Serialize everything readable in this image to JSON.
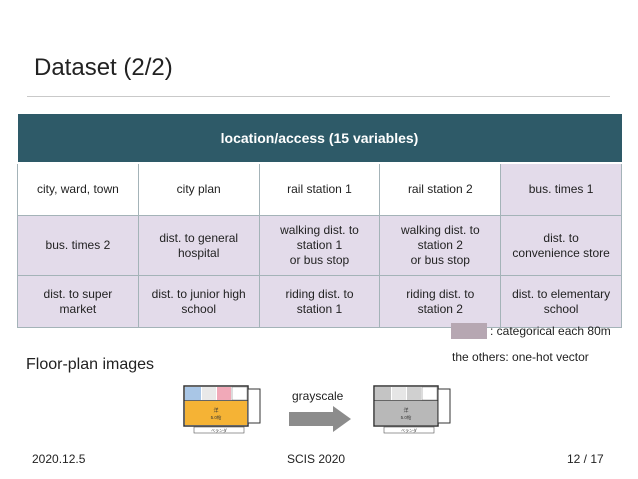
{
  "slide": {
    "title": "Dataset (2/2)",
    "footer_date": "2020.12.5",
    "footer_venue": "SCIS 2020",
    "footer_page": "12 / 17"
  },
  "table": {
    "header": "location/access (15 variables)",
    "rows": [
      [
        {
          "text": "city, ward, town",
          "categorical": false
        },
        {
          "text": "city plan",
          "categorical": false
        },
        {
          "text": "rail station 1",
          "categorical": false
        },
        {
          "text": "rail station 2",
          "categorical": false
        },
        {
          "text": "bus. times 1",
          "categorical": true
        }
      ],
      [
        {
          "text": "bus. times 2",
          "categorical": true
        },
        {
          "text": "dist. to general\nhospital",
          "categorical": true
        },
        {
          "text": "walking dist. to\nstation 1\nor bus stop",
          "categorical": true
        },
        {
          "text": "walking dist. to\nstation 2\nor bus stop",
          "categorical": true
        },
        {
          "text": "dist. to\nconvenience store",
          "categorical": true
        }
      ],
      [
        {
          "text": "dist. to super\nmarket",
          "categorical": true
        },
        {
          "text": "dist. to junior high\nschool",
          "categorical": true
        },
        {
          "text": "riding dist. to\nstation 1",
          "categorical": true
        },
        {
          "text": "riding dist. to\nstation 2",
          "categorical": true
        },
        {
          "text": "dist. to elementary\nschool",
          "categorical": true
        }
      ]
    ]
  },
  "legend": {
    "categorical_label": ": categorical each 80m",
    "others_label": "the others: one-hot vector",
    "categorical_color": "#b6a7b2"
  },
  "floorplan": {
    "label": "Floor-plan images",
    "arrow_label": "grayscale",
    "room_label": "洋\n5.0帖",
    "balcony_label": "ベランダ"
  }
}
